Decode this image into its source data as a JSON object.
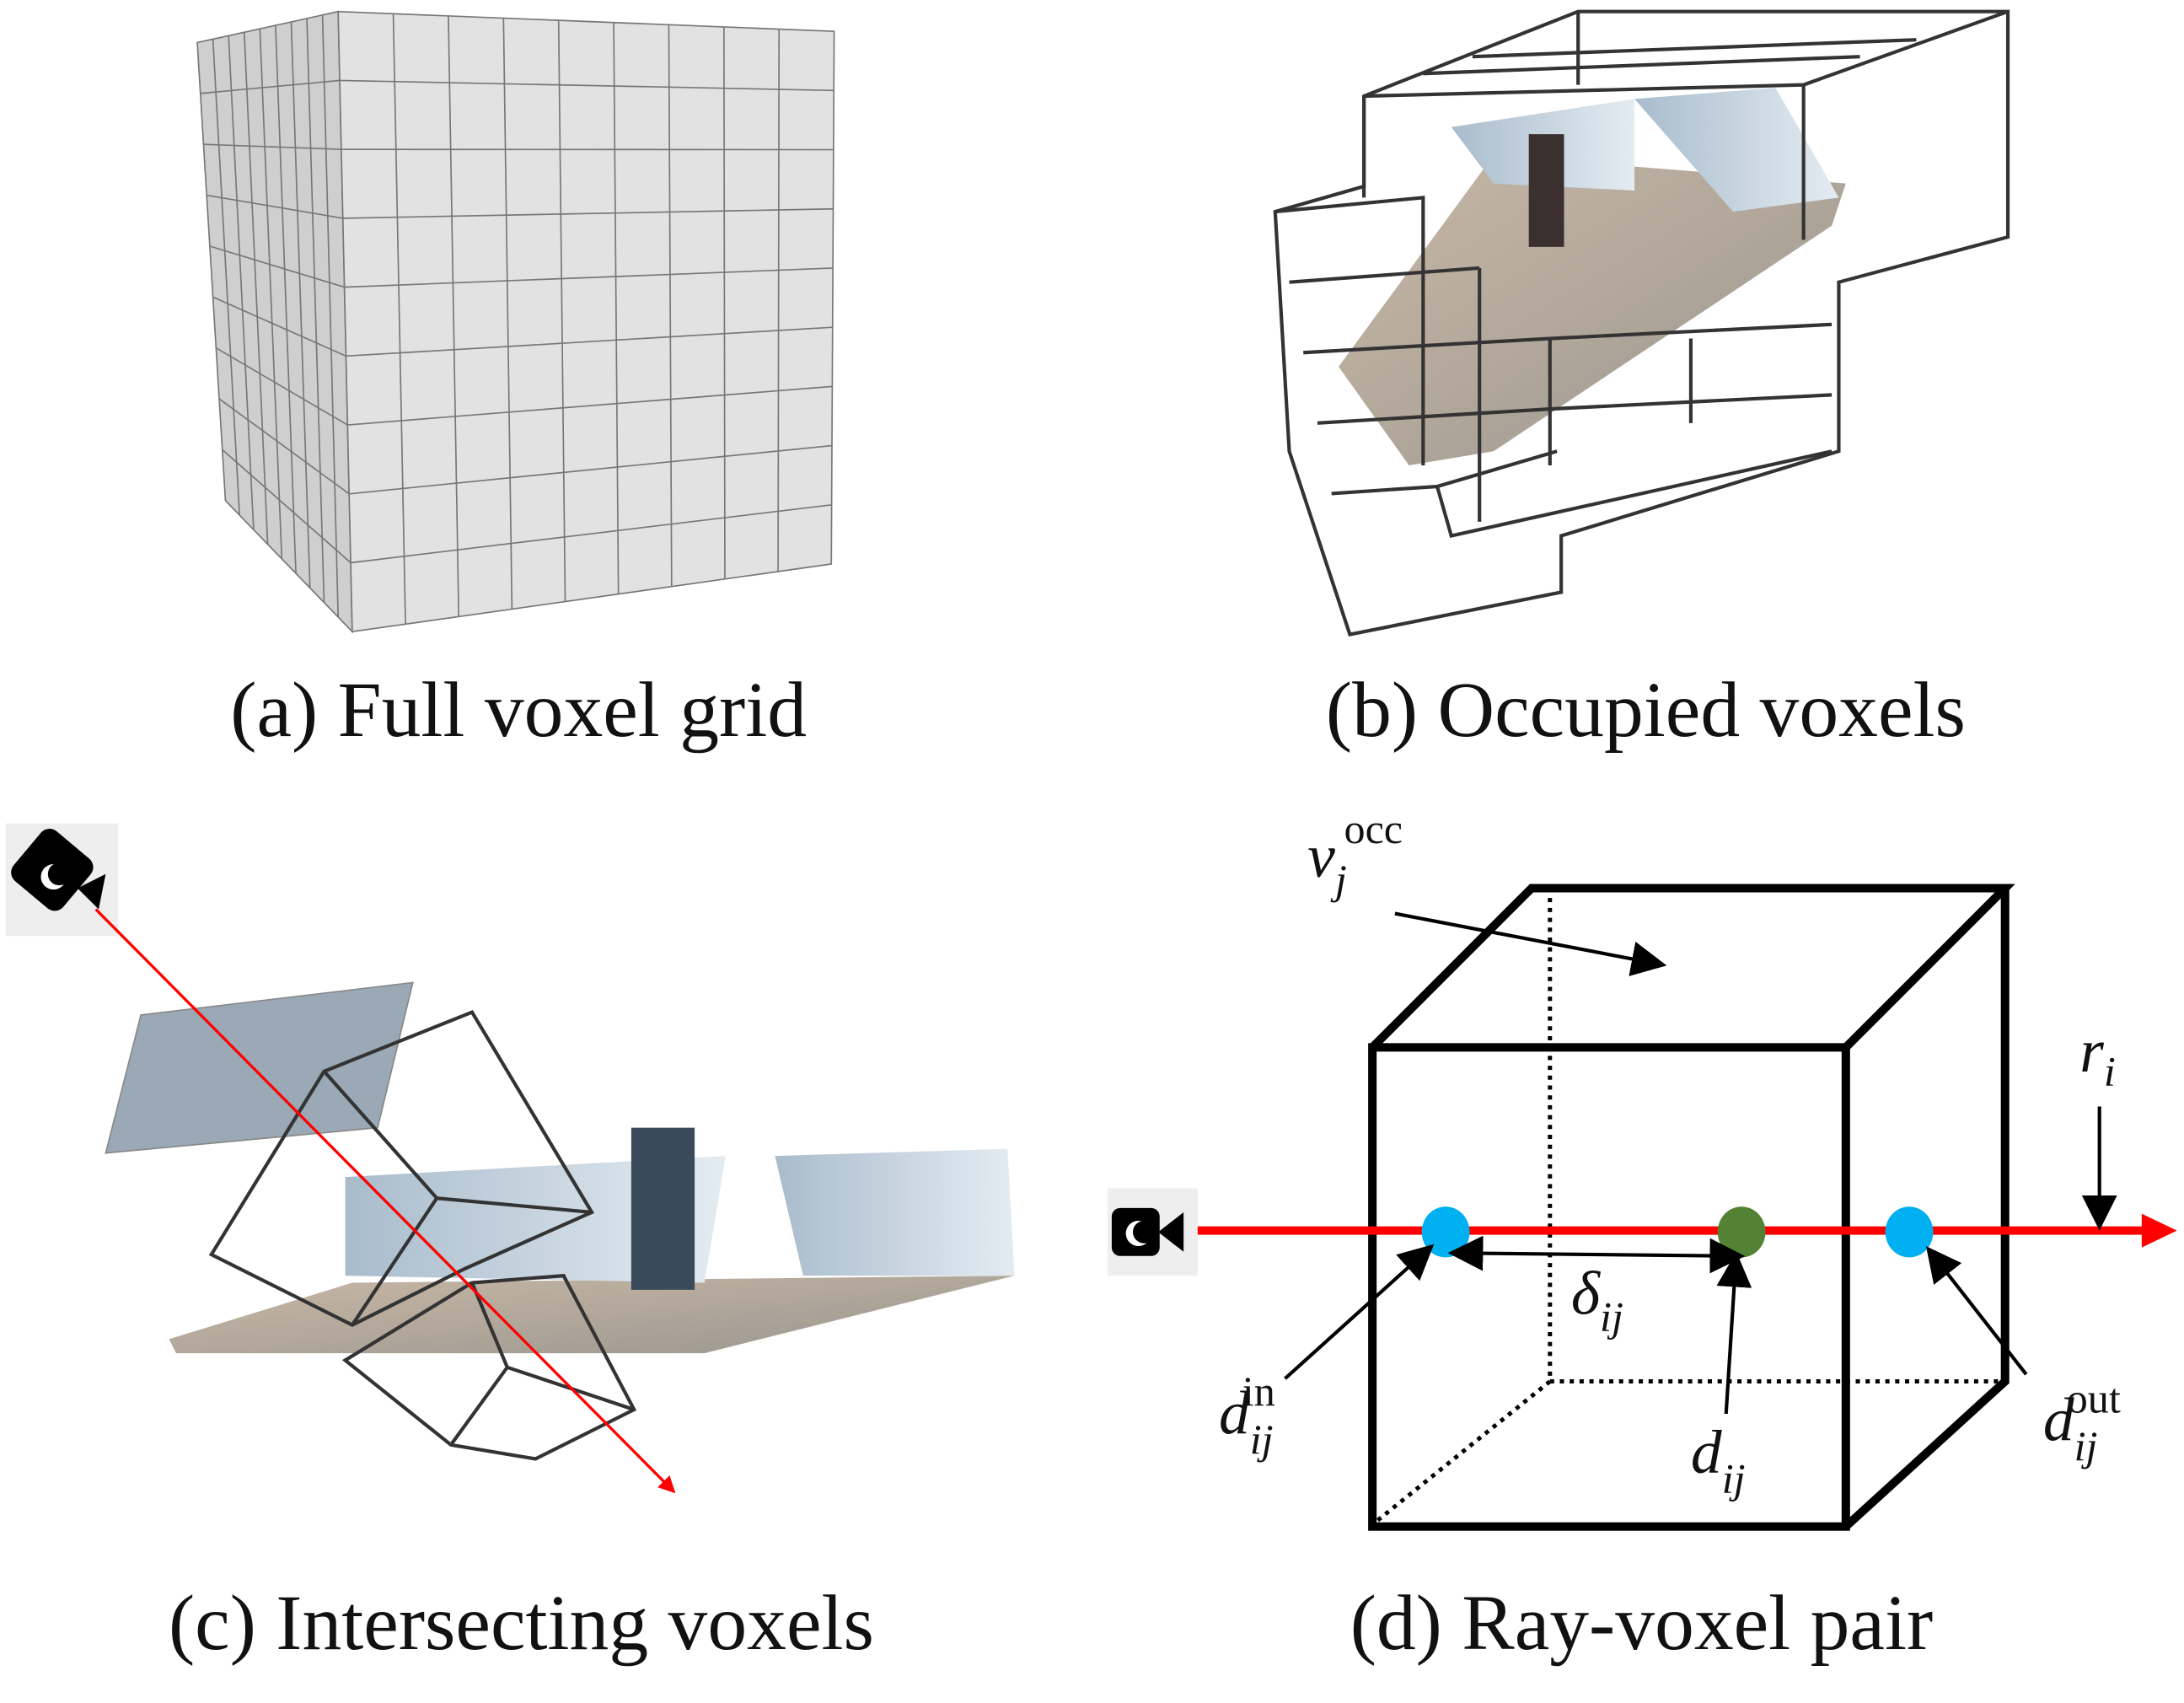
{
  "panels": {
    "a": {
      "caption": "(a) Full voxel grid"
    },
    "b": {
      "caption": "(b) Occupied voxels"
    },
    "c": {
      "caption": "(c) Intersecting voxels"
    },
    "d": {
      "caption": "(d) Ray-voxel pair",
      "labels": {
        "v": "v",
        "v_sub": "j",
        "v_sup": "occ",
        "r": "r",
        "r_sub": "i",
        "delta": "δ",
        "delta_sub": "ij",
        "d_in": "d",
        "d_in_sub": "ij",
        "d_in_sup": "in",
        "d": "d",
        "d_sub": "ij",
        "d_out": "d",
        "d_out_sub": "ij",
        "d_out_sup": "out"
      }
    }
  },
  "colors": {
    "ray": "#ff0000",
    "entry_exit_point": "#00b0f0",
    "sample_point": "#548235",
    "grid_face": "#e0e0e0"
  }
}
